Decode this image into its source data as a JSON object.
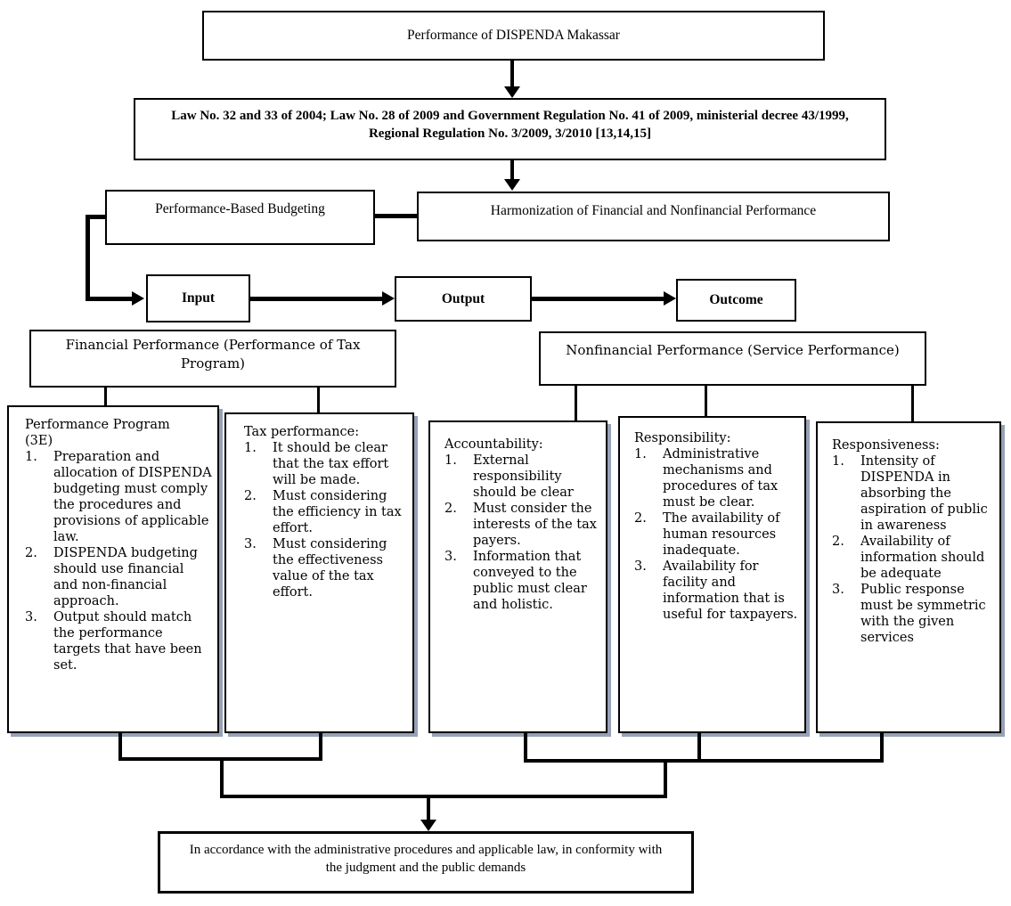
{
  "diagram": {
    "title_box": "Performance of DISPENDA Makassar",
    "law_box": "Law No. 32 and 33 of 2004; Law No. 28 of 2009 and Government Regulation No. 41 of 2009, ministerial decree 43/1999, Regional Regulation No. 3/2009, 3/2010 [13,14,15]",
    "pbb_box": "Performance-Based Budgeting",
    "harmonization_box": "Harmonization of Financial and Nonfinancial Performance",
    "stages": {
      "input": "Input",
      "output": "Output",
      "outcome": "Outcome"
    },
    "financial_box": "Financial Performance (Performance of Tax Program)",
    "nonfinancial_box": "Nonfinancial Performance (Service Performance)",
    "detail_boxes": [
      {
        "title": "Performance Program (3E)",
        "items": [
          "Preparation and allocation of DISPENDA budgeting must comply the procedures and provisions of applicable law.",
          "DISPENDA budgeting should use financial and non-financial approach.",
          "Output should match the performance targets that have been set."
        ]
      },
      {
        "title": "Tax performance:",
        "items": [
          "It should be clear that the tax effort will be made.",
          "Must considering the efficiency in tax effort.",
          "Must considering the effectiveness value of the tax effort."
        ]
      },
      {
        "title": "Accountability:",
        "items": [
          "External responsibility should be clear",
          "Must consider the interests of the tax payers.",
          "Information that conveyed to the public must clear and holistic."
        ]
      },
      {
        "title": "Responsibility:",
        "items": [
          "Administrative mechanisms and procedures of tax must be clear.",
          "The availability of human resources inadequate.",
          "Availability for facility and information that is useful for taxpayers."
        ]
      },
      {
        "title": "Responsiveness:",
        "items": [
          "Intensity of DISPENDA in absorbing the aspiration of public in awareness",
          "Availability of information should be adequate",
          "Public response must be symmetric with the given services"
        ]
      }
    ],
    "conclusion_box": "In accordance with the administrative procedures and applicable law, in conformity with the judgment and the public demands",
    "colors": {
      "line": "#000000",
      "box_shadow": "#97a1b6",
      "background": "#ffffff"
    }
  }
}
